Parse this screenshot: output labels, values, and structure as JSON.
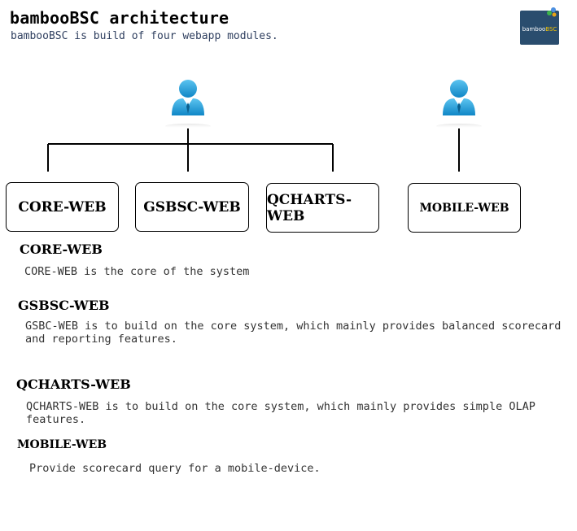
{
  "header": {
    "title": "bambooBSC architecture",
    "subtitle": "bambooBSC is build of four webapp modules."
  },
  "logo": {
    "text_main": "bamboo",
    "text_accent": "BSC",
    "background": "#2a4d6e",
    "accent": "#f2c200"
  },
  "diagram": {
    "user_icon_color": "#1e9fd9",
    "user_icons": [
      "user-icon",
      "user-icon"
    ],
    "modules": [
      {
        "label": "CORE-WEB"
      },
      {
        "label": "GSBSC-WEB"
      },
      {
        "label": "QCHARTS-WEB"
      },
      {
        "label": "MOBILE-WEB"
      }
    ]
  },
  "sections": [
    {
      "heading": "CORE-WEB",
      "description": "CORE-WEB is the core of the system"
    },
    {
      "heading": "GSBSC-WEB",
      "description": "GSBC-WEB is to build on the core system, which mainly provides balanced scorecard and reporting features."
    },
    {
      "heading": "QCHARTS-WEB",
      "description": "QCHARTS-WEB is to build on the core system, which mainly provides simple OLAP features."
    },
    {
      "heading": "MOBILE-WEB",
      "description": "Provide scorecard query for a mobile-device."
    }
  ]
}
